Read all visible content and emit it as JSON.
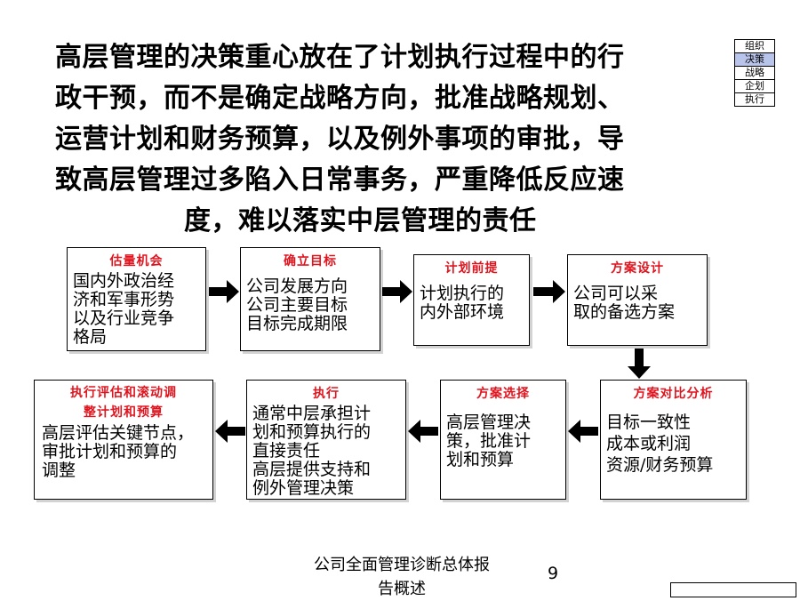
{
  "title": {
    "lines": [
      "高层管理的决策重心放在了计划执行过程中的行",
      "政干预，而不是确定战略方向，批准战略规划、",
      "运营计划和财务预算，以及例外事项的审批，导",
      "致高层管理过多陷入日常事务，严重降低反应速",
      "度，难以落实中层管理的责任"
    ]
  },
  "nav": {
    "items": [
      "组织",
      "决策",
      "战略",
      "企划",
      "执行"
    ],
    "active_index": 1
  },
  "boxes": [
    {
      "header": "估量机会",
      "body": [
        "国内外政治经",
        "济和军事形势",
        "以及行业竞争",
        "格局"
      ]
    },
    {
      "header": "确立目标",
      "body": [
        "公司发展方向",
        "公司主要目标",
        "目标完成期限"
      ]
    },
    {
      "header": "计划前提",
      "body": [
        "计划执行的",
        "内外部环境"
      ]
    },
    {
      "header": "方案设计",
      "body": [
        "公司可以采",
        "取的备选方案"
      ]
    },
    {
      "header": "方案对比分析",
      "body": [
        "目标一致性",
        "成本或利润",
        "资源/财务预算"
      ]
    },
    {
      "header": "方案选择",
      "body": [
        "高层管理决",
        "策，批准计",
        "划和预算"
      ]
    },
    {
      "header": "执行",
      "body": [
        "通常中层承担计",
        "划和预算执行的",
        "直接责任",
        "高层提供支持和",
        "例外管理决策"
      ]
    },
    {
      "header_lines": [
        "执行评估和滚动调",
        "整计划和预算"
      ],
      "body": [
        "高层评估关键节点，",
        "审批计划和预算的",
        "调整"
      ]
    }
  ],
  "footer": {
    "text_line1": "公司全面管理诊断总体报",
    "text_line2": "告概述",
    "page_number": "9"
  },
  "colors": {
    "header_red": "#e0141e",
    "nav_highlight": "#b9c4ea",
    "box_shadow": "#d3d3d3"
  }
}
